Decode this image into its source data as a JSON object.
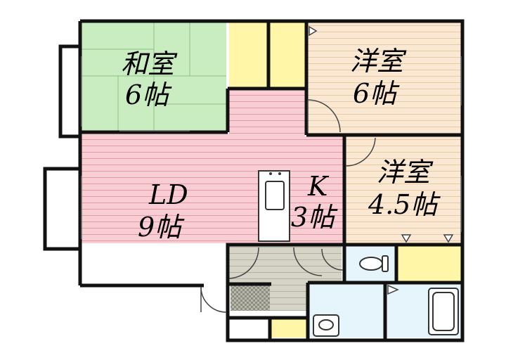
{
  "rooms": {
    "washitsu": {
      "name": "和室",
      "size": "6帖"
    },
    "yoshitsu_top": {
      "name": "洋室",
      "size": "6帖"
    },
    "yoshitsu_mid": {
      "name": "洋室",
      "size": "4.5帖"
    },
    "ld": {
      "name": "LD",
      "size": "9帖"
    },
    "kitchen": {
      "name": "K",
      "size": "3帖"
    }
  },
  "colors": {
    "washitsu_fill": "#c9ecc1",
    "yoshitsu_fill": "#fbe8d3",
    "ld_fill": "#f8cdd4",
    "closet_fill": "#fff6a8",
    "bath_fill": "#e6f4fb",
    "entry_fill": "#d6d4c6",
    "wall": "#111111"
  }
}
